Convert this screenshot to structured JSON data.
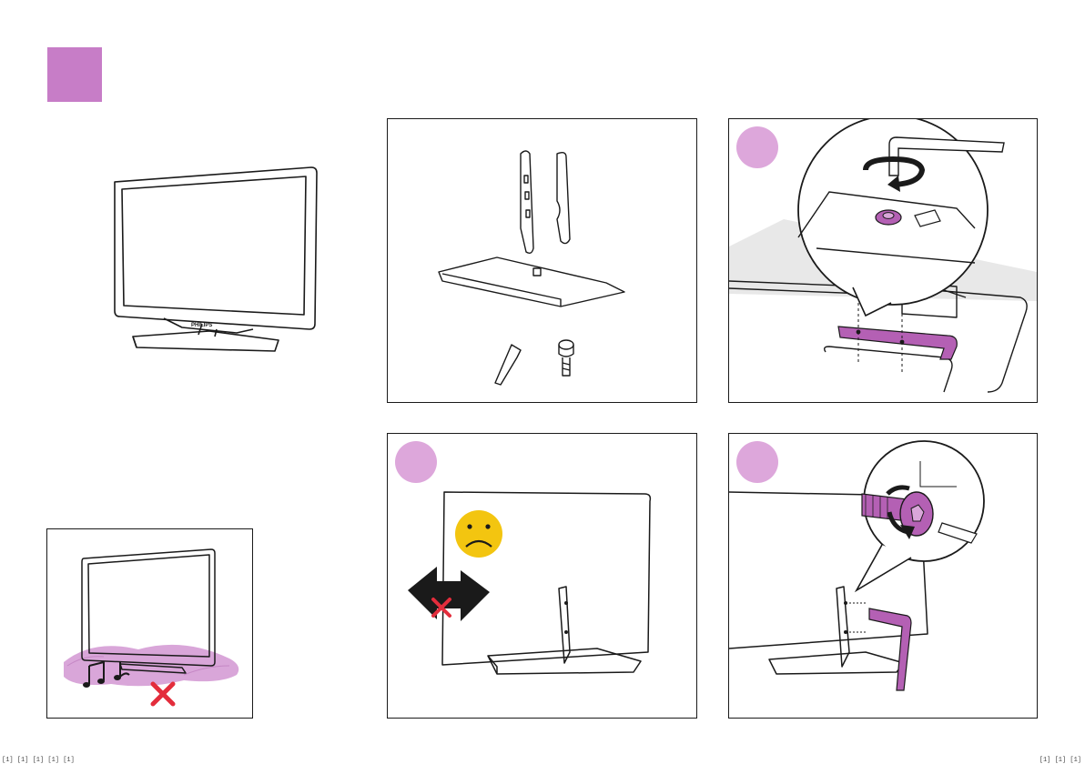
{
  "page": {
    "brand": "PHILIPS",
    "footer_left": "[1] [1] [1] [1] [1]",
    "footer_right": "[1] [1] [1]"
  },
  "colors": {
    "accent": "#c77dc7",
    "accent_light": "#d9a6d9",
    "step_circle": "#dda7db",
    "part_fill": "#b460b4",
    "warning": "#e32d3c",
    "smiley": "#f3c510"
  },
  "icons": {
    "header_badge": "square-badge",
    "warning": "sad-face-icon",
    "forbidden": "red-cross-icon",
    "music": "music-notes-icon",
    "rotate": "rotate-arrow-icon"
  }
}
